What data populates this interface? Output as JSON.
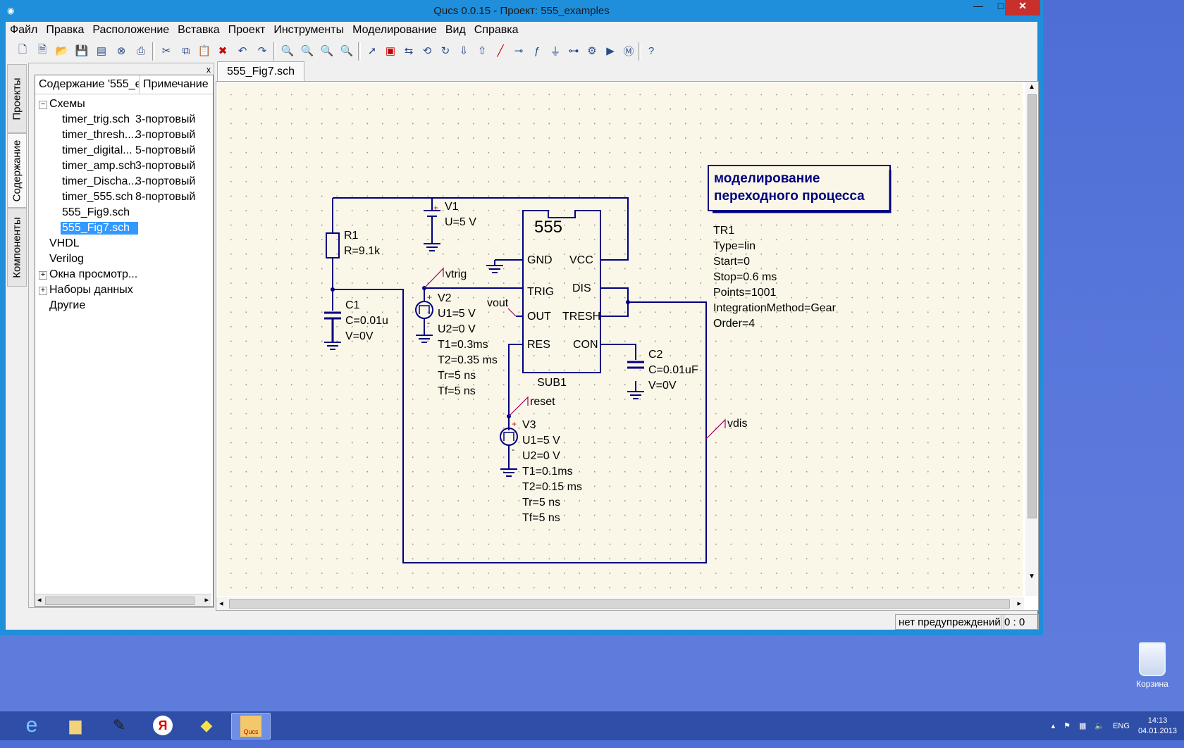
{
  "window": {
    "title": "Qucs 0.0.15 - Проект: 555_examples",
    "minimize": "—",
    "maximize": "□",
    "close": "✕"
  },
  "menu": [
    "Файл",
    "Правка",
    "Расположение",
    "Вставка",
    "Проект",
    "Инструменты",
    "Моделирование",
    "Вид",
    "Справка"
  ],
  "dock": {
    "tabs": [
      "Проекты",
      "Содержание",
      "Компоненты"
    ],
    "close": "x",
    "header": {
      "col1": "Содержание '555_e",
      "col2": "Примечание"
    },
    "groups": {
      "schematics": "Схемы",
      "vhdl": "VHDL",
      "verilog": "Verilog",
      "displays": "Окна просмотр...",
      "datasets": "Наборы данных",
      "others": "Другие"
    },
    "files": [
      {
        "name": "timer_trig.sch",
        "note": "3-портовый"
      },
      {
        "name": "timer_thresh....",
        "note": "3-портовый"
      },
      {
        "name": "timer_digital...",
        "note": "5-портовый"
      },
      {
        "name": "timer_amp.sch",
        "note": "3-портовый"
      },
      {
        "name": "timer_Discha...",
        "note": "3-портовый"
      },
      {
        "name": "timer_555.sch",
        "note": "8-портовый"
      },
      {
        "name": "555_Fig9.sch",
        "note": ""
      },
      {
        "name": "555_Fig7.sch",
        "note": ""
      }
    ]
  },
  "editor": {
    "tab": "555_Fig7.sch"
  },
  "schematic": {
    "title_box": [
      "моделирование",
      "переходного процесса"
    ],
    "sim": [
      "TR1",
      "Type=lin",
      "Start=0",
      "Stop=0.6 ms",
      "Points=1001",
      "IntegrationMethod=Gear",
      "Order=4"
    ],
    "r1": [
      "R1",
      "R=9.1k"
    ],
    "v1": [
      "V1",
      "U=5 V"
    ],
    "c1": [
      "C1",
      "C=0.01u",
      "V=0V"
    ],
    "v2": [
      "V2",
      "U1=5 V",
      "U2=0 V",
      "T1=0.3ms",
      "T2=0.35 ms",
      "Tr=5 ns",
      "Tf=5 ns"
    ],
    "v3": [
      "V3",
      "U1=5 V",
      "U2=0 V",
      "T1=0.1ms",
      "T2=0.15 ms",
      "Tr=5 ns",
      "Tf=5 ns"
    ],
    "c2": [
      "C2",
      "C=0.01uF",
      "V=0V"
    ],
    "ic": {
      "name": "555",
      "ref": "SUB1",
      "pins": [
        "GND",
        "VCC",
        "TRIG",
        "DIS",
        "OUT",
        "TRESH",
        "RES",
        "CON"
      ]
    },
    "labels": {
      "vtrig": "vtrig",
      "vout": "vout",
      "reset": "reset",
      "vdis": "vdis"
    },
    "plus": "+",
    "minus": "-"
  },
  "status": {
    "message": "нет предупреждений",
    "position": "0 : 0"
  },
  "desktop": {
    "recycle": "Корзина"
  },
  "taskbar": {
    "lang": "ENG",
    "time": "14:13",
    "date": "04.01.2013",
    "yandex": "Я",
    "qucs": "Qucs"
  },
  "colors": {
    "title": "#1f8fdc",
    "wire": "#000080",
    "wire_label": "#990066",
    "canvas": "#fbf7e8",
    "selection": "#3399ff"
  }
}
